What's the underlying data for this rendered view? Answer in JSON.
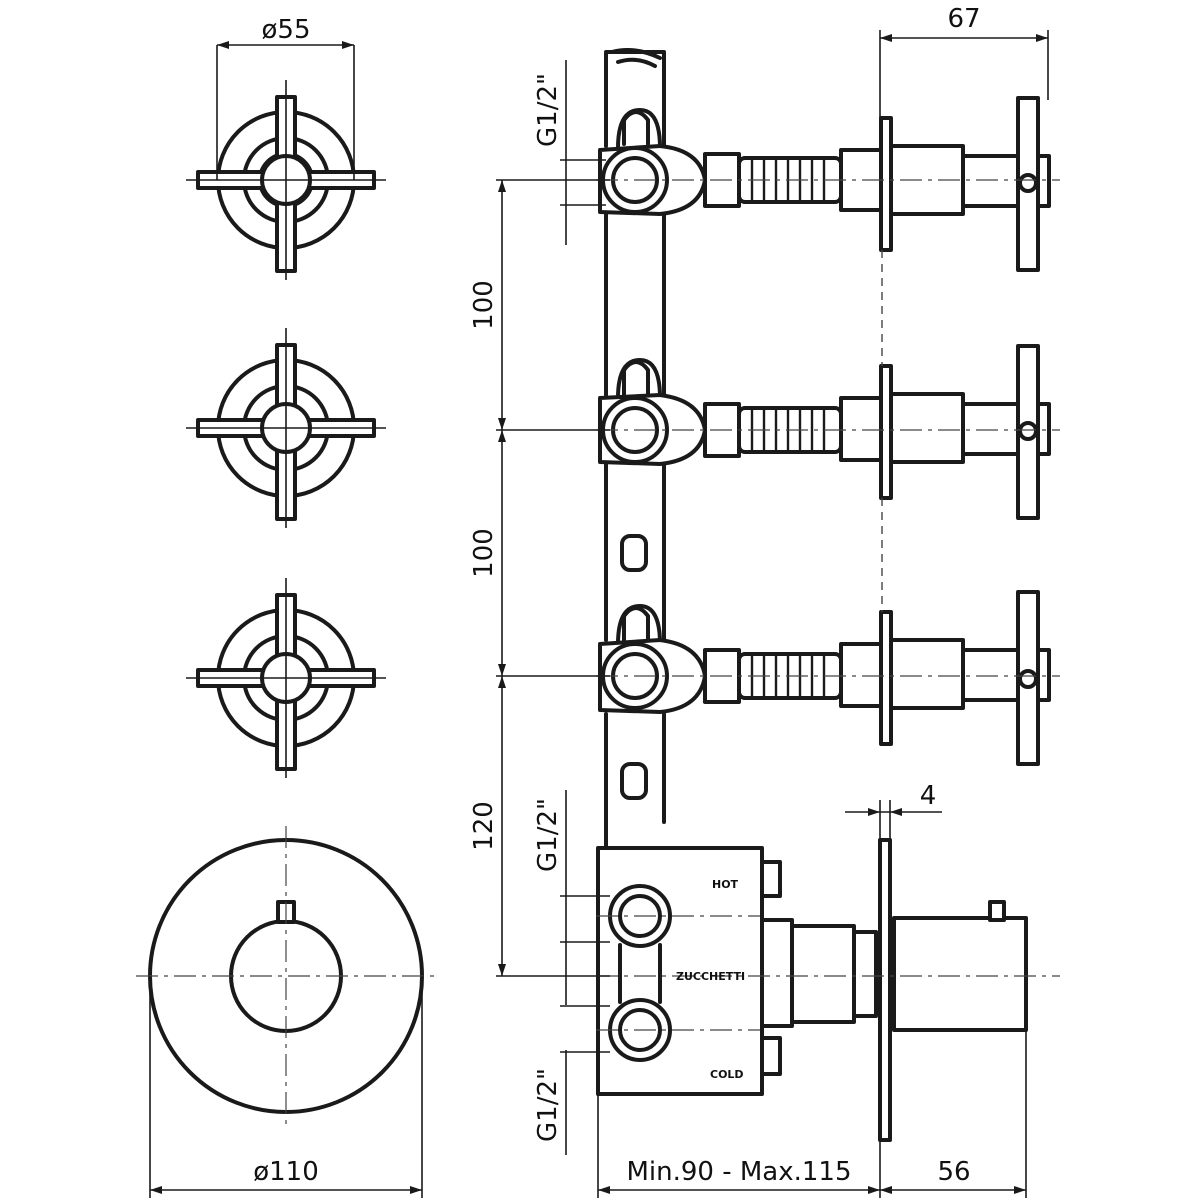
{
  "dimensions": {
    "handle_diameter": "ø55",
    "plate_diameter": "ø110",
    "depth_handle": "67",
    "spacing_1": "100",
    "spacing_2": "100",
    "spacing_3": "120",
    "plate_thickness": "4",
    "install_depth": "Min.90 - Max.115",
    "protrusion": "56"
  },
  "thread_labels": {
    "top": "G1/2\"",
    "upper_inlet": "G1/2\"",
    "lower_outlet": "G1/2\""
  },
  "body_labels": {
    "hot": "HOT",
    "brand": "ZUCCHETTI",
    "cold": "COLD"
  },
  "colors": {
    "line": "#1a1a1a",
    "background": "#ffffff"
  }
}
